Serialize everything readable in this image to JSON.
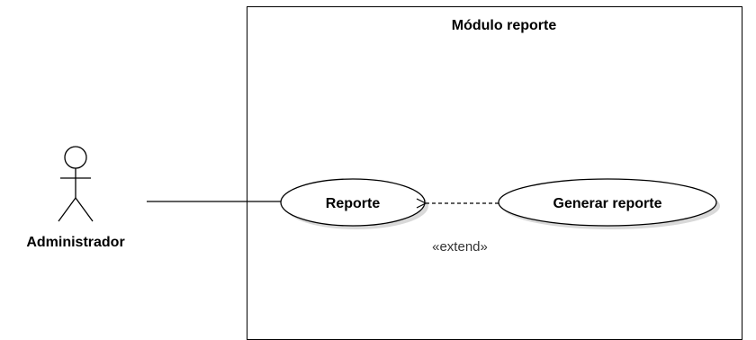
{
  "system": {
    "title": "Módulo reporte"
  },
  "actor": {
    "name": "Administrador"
  },
  "use_cases": {
    "reporte": "Reporte",
    "generar_reporte": "Generar reporte"
  },
  "relationship": {
    "stereotype": "«extend»"
  },
  "colors": {
    "stroke": "#000000",
    "fill": "#ffffff",
    "shadow": "#d9d9d9"
  }
}
